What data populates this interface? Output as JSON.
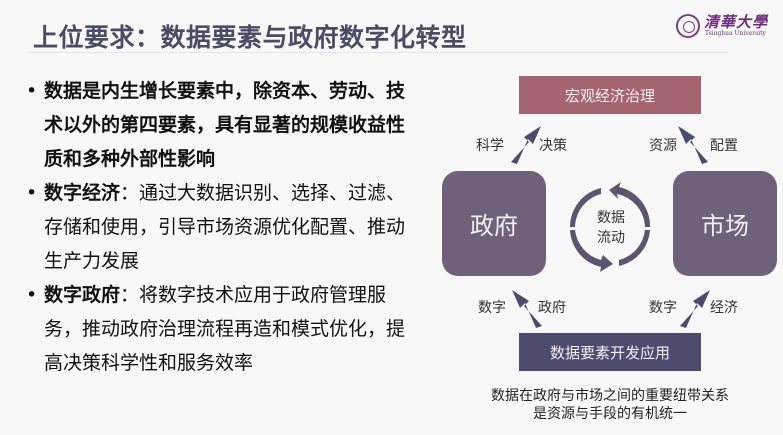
{
  "slide": {
    "title": "上位要求：数据要素与政府数字化转型",
    "logo": {
      "cn": "清華大學",
      "en": "Tsinghua University",
      "icon": "tsinghua-seal-icon"
    },
    "bullets": [
      {
        "bold": "数据是内生增长要素中，除资本、劳动、技术以外的第四要素，具有显著的规模收益性质和多种外部性影响",
        "text": ""
      },
      {
        "bold": "数字经济",
        "text": "：通过大数据识别、选择、过滤、存储和使用，引导市场资源优化配置、推动生产力发展"
      },
      {
        "bold": "数字政府",
        "text": "：将数字技术应用于政府管理服务，推动政府治理流程再造和模式优化，提高决策科学性和服务效率"
      }
    ],
    "diagram": {
      "top_box": "宏观经济治理",
      "bottom_box": "数据要素开发应用",
      "left_box": "政府",
      "right_box": "市场",
      "center": {
        "line1": "数据",
        "line2": "流动"
      },
      "labels": {
        "top_left_a": "科学",
        "top_left_b": "决策",
        "top_right_a": "资源",
        "top_right_b": "配置",
        "bottom_left_a": "数字",
        "bottom_left_b": "政府",
        "bottom_right_a": "数字",
        "bottom_right_b": "经济"
      },
      "caption_line1": "数据在政府与市场之间的重要纽带关系",
      "caption_line2": "是资源与手段的有机统一",
      "colors": {
        "top": "#a56570",
        "bottom": "#4d4c6e",
        "squares": "#6e6179",
        "arrows": "#4d4c6e"
      }
    }
  }
}
